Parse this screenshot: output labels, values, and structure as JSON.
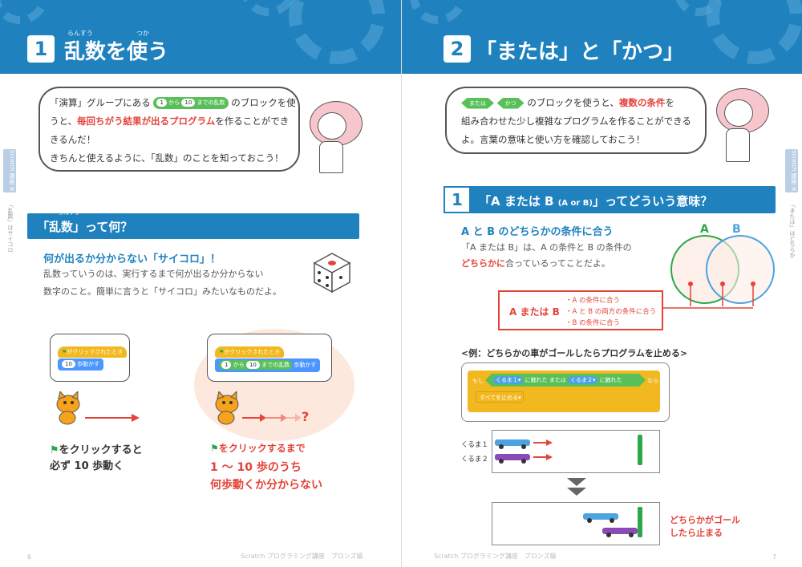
{
  "left": {
    "header": {
      "number": "1",
      "title": "乱数を使う",
      "ruby_ransu": "らんすう",
      "ruby_tsuka": "つか"
    },
    "intro": {
      "line1_pre": "「演算」グループにある",
      "block_pill1": "1",
      "block_from": "から",
      "block_pill2": "10",
      "block_text": "までの乱数",
      "line1_post": "のブロックを使",
      "line2_pre": "うと、",
      "line2_hl": "毎回ちがう結果が出るプログラム",
      "line2_post": "を作ることができ",
      "line3": "きるんだ！",
      "line4": "きちんと使えるように、「乱数」のことを知っておこう！"
    },
    "section": {
      "title": "「乱数」って何？",
      "ruby": "らんすう"
    },
    "sub": "何が出るか分からない「サイコロ」！",
    "body1": "乱数っていうのは、実行するまで何が出るか分からない",
    "body2": "数字のこと。簡単に言うと「サイコロ」みたいなものだよ。",
    "example1": {
      "hat": "がクリックされたとき",
      "pill": "10",
      "move": "歩動かす"
    },
    "example2": {
      "hat": "がクリックされたとき",
      "pill1": "1",
      "from": "から",
      "pill2": "10",
      "rand": "までの乱数",
      "move": "歩動かす",
      "question": "?"
    },
    "caption1": {
      "line1": "をクリックすると",
      "line2": "必ず 10 歩動く"
    },
    "caption2": {
      "line1": "をクリックするまで",
      "line2": "1 〜 10 歩のうち",
      "line3": "何歩動くか分からない"
    },
    "side_tab": "Scratch 講座 ⑩",
    "side_text": "「乱数」はサイコロ",
    "footer_num": "6",
    "footer": "Scratch プログラミング講座　ブロンズ級"
  },
  "right": {
    "header": {
      "number": "2",
      "title": "「または」と「かつ」"
    },
    "intro": {
      "block1": "または",
      "block2": "かつ",
      "line1_post": "のブロックを使うと、",
      "line1_hl": "複数の条件",
      "line1_end": "を",
      "line2": "組み合わせた少し複雑なプログラムを作ることができる",
      "line3": "よ。言葉の意味と使い方を確認しておこう！"
    },
    "section": {
      "number": "1",
      "title": "「A または B",
      "small": "(A or B)",
      "title_end": "」ってどういう意味？"
    },
    "sub": "A と B のどちらかの条件に合う",
    "body1": "「A または B」は、A の条件と B の条件の",
    "body2_hl": "どちらかに",
    "body2_post": "合っているってことだよ。",
    "venn": {
      "a": "A",
      "b": "B"
    },
    "legend": {
      "title": "A または B",
      "items": [
        "・A の条件に合う",
        "・A と B の両方の条件に合う",
        "・B の条件に合う"
      ]
    },
    "example_title": "<例：どちらかの車がゴールしたらプログラムを止める>",
    "code": {
      "if": "もし",
      "car1": "くるま１▾",
      "touch1": "に触れた",
      "or": "または",
      "car2": "くるま２▾",
      "touch2": "に触れた",
      "then": "なら",
      "stop": "すべてを止める▾"
    },
    "cars": {
      "car1": "くるま１",
      "car2": "くるま２"
    },
    "result": {
      "line1": "どちらかがゴール",
      "line2": "したら止まる"
    },
    "side_tab": "Scratch 講座 ⑩",
    "side_text": "「または」はどちらか",
    "footer_num": "7",
    "footer": "Scratch プログラミング講座　ブロンズ級"
  },
  "colors": {
    "blue": "#1f82bf",
    "red": "#e4433a",
    "green": "#2aa84a",
    "yellow": "#f2b81f",
    "scratch_blue": "#4c97ff",
    "operator_green": "#59c059"
  }
}
